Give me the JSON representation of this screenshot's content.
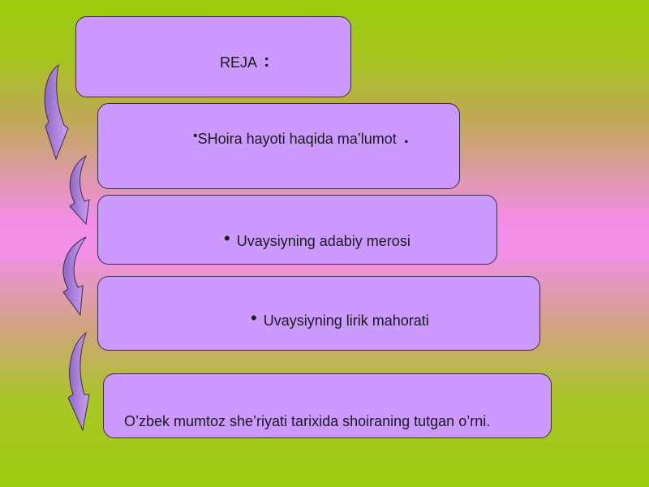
{
  "title": {
    "label": "REJA",
    "mark": ":"
  },
  "items": [
    {
      "bullet": "•",
      "text": "SHoira hayoti haqida ma’lumot",
      "trail": "."
    },
    {
      "bullet": "•",
      "text": "Uvaysiyning adabiy merosi"
    },
    {
      "bullet": "•",
      "text": "Uvaysiyning lirik mahorati"
    },
    {
      "text": "O’zbek mumtoz she’riyati tarixida shoiraning tutgan o’rni."
    }
  ],
  "colors": {
    "box_fill": "#cc99ff",
    "arrow_fill": "#b88ae8",
    "background_top": "#9ccc0c",
    "background_middle": "#f290e8"
  },
  "icons": [
    "curved-down-arrow-icon"
  ]
}
